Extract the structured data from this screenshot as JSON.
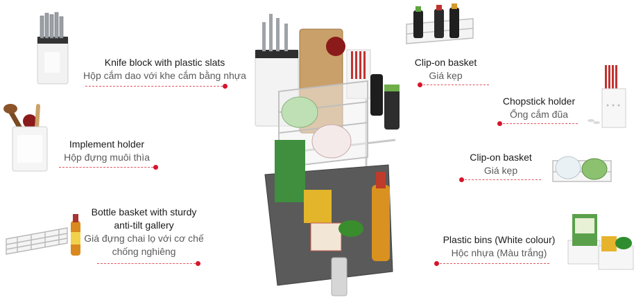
{
  "colors": {
    "accent_dot": "#d8132b",
    "leader_line": "#e05560",
    "english_text": "#1a1a1a",
    "vietnamese_text": "#5a5a5a"
  },
  "components": [
    {
      "id": "knife-block",
      "en": "Knife block with plastic slats",
      "vi": "Hộp cắm dao với khe cắm bằng nhựa"
    },
    {
      "id": "implement-holder",
      "en": "Implement holder",
      "vi": "Hộp đựng muôi thìa"
    },
    {
      "id": "bottle-basket",
      "en": "Bottle basket with sturdy anti-tilt gallery",
      "vi": "Giá đựng chai lọ với cơ chế chống nghiêng"
    },
    {
      "id": "clip-on-basket-top",
      "en": "Clip-on basket",
      "vi": "Giá kẹp"
    },
    {
      "id": "chopstick-holder",
      "en": "Chopstick holder",
      "vi": "Ống cắm đũa"
    },
    {
      "id": "clip-on-basket-middle",
      "en": "Clip-on basket",
      "vi": "Giá kẹp"
    },
    {
      "id": "plastic-bins",
      "en": "Plastic bins (White colour)",
      "vi": "Hộc nhựa (Màu trắng)"
    }
  ]
}
